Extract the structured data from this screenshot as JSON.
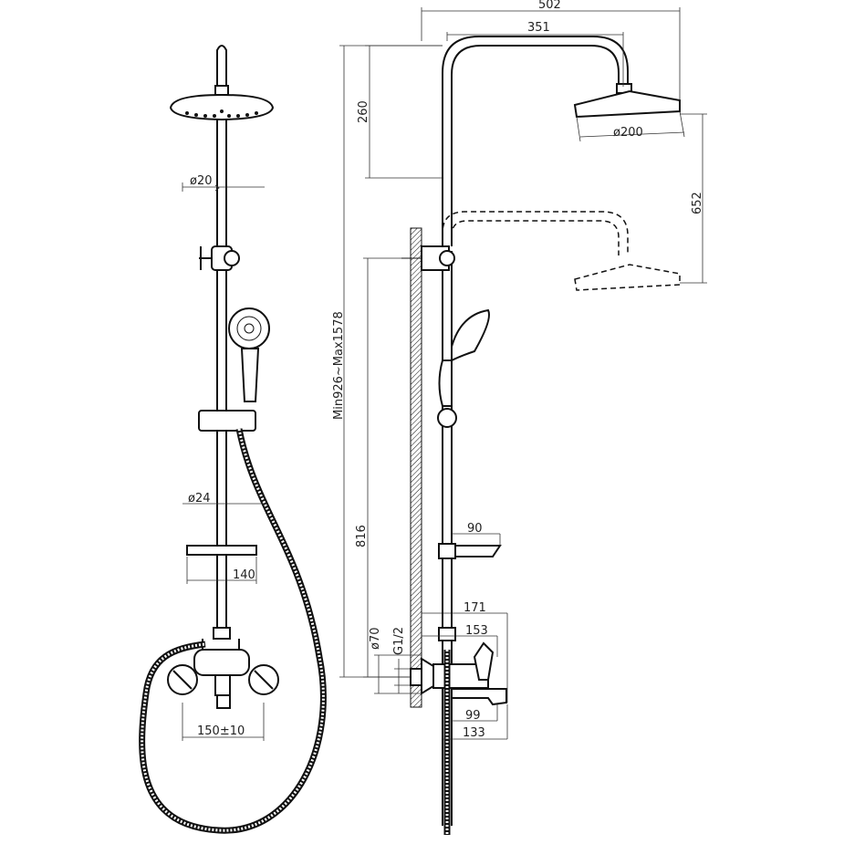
{
  "dimensions": {
    "overall_width": "502",
    "arm_length": "351",
    "arm_height": "260",
    "head_diameter": "ø200",
    "head_adjust_range": "652",
    "total_height": "Min926~Max1578",
    "mixer_height": "816",
    "shelf_depth": "90",
    "mixer_depth_top": "171",
    "mixer_depth_mid": "153",
    "flange_diameter": "ø70",
    "thread": "G1/2",
    "spout_inner": "99",
    "spout_outer": "133",
    "upper_pipe_diameter": "ø20",
    "lower_pipe_diameter": "ø24",
    "shelf_width": "140",
    "inlet_spacing": "150±10"
  }
}
